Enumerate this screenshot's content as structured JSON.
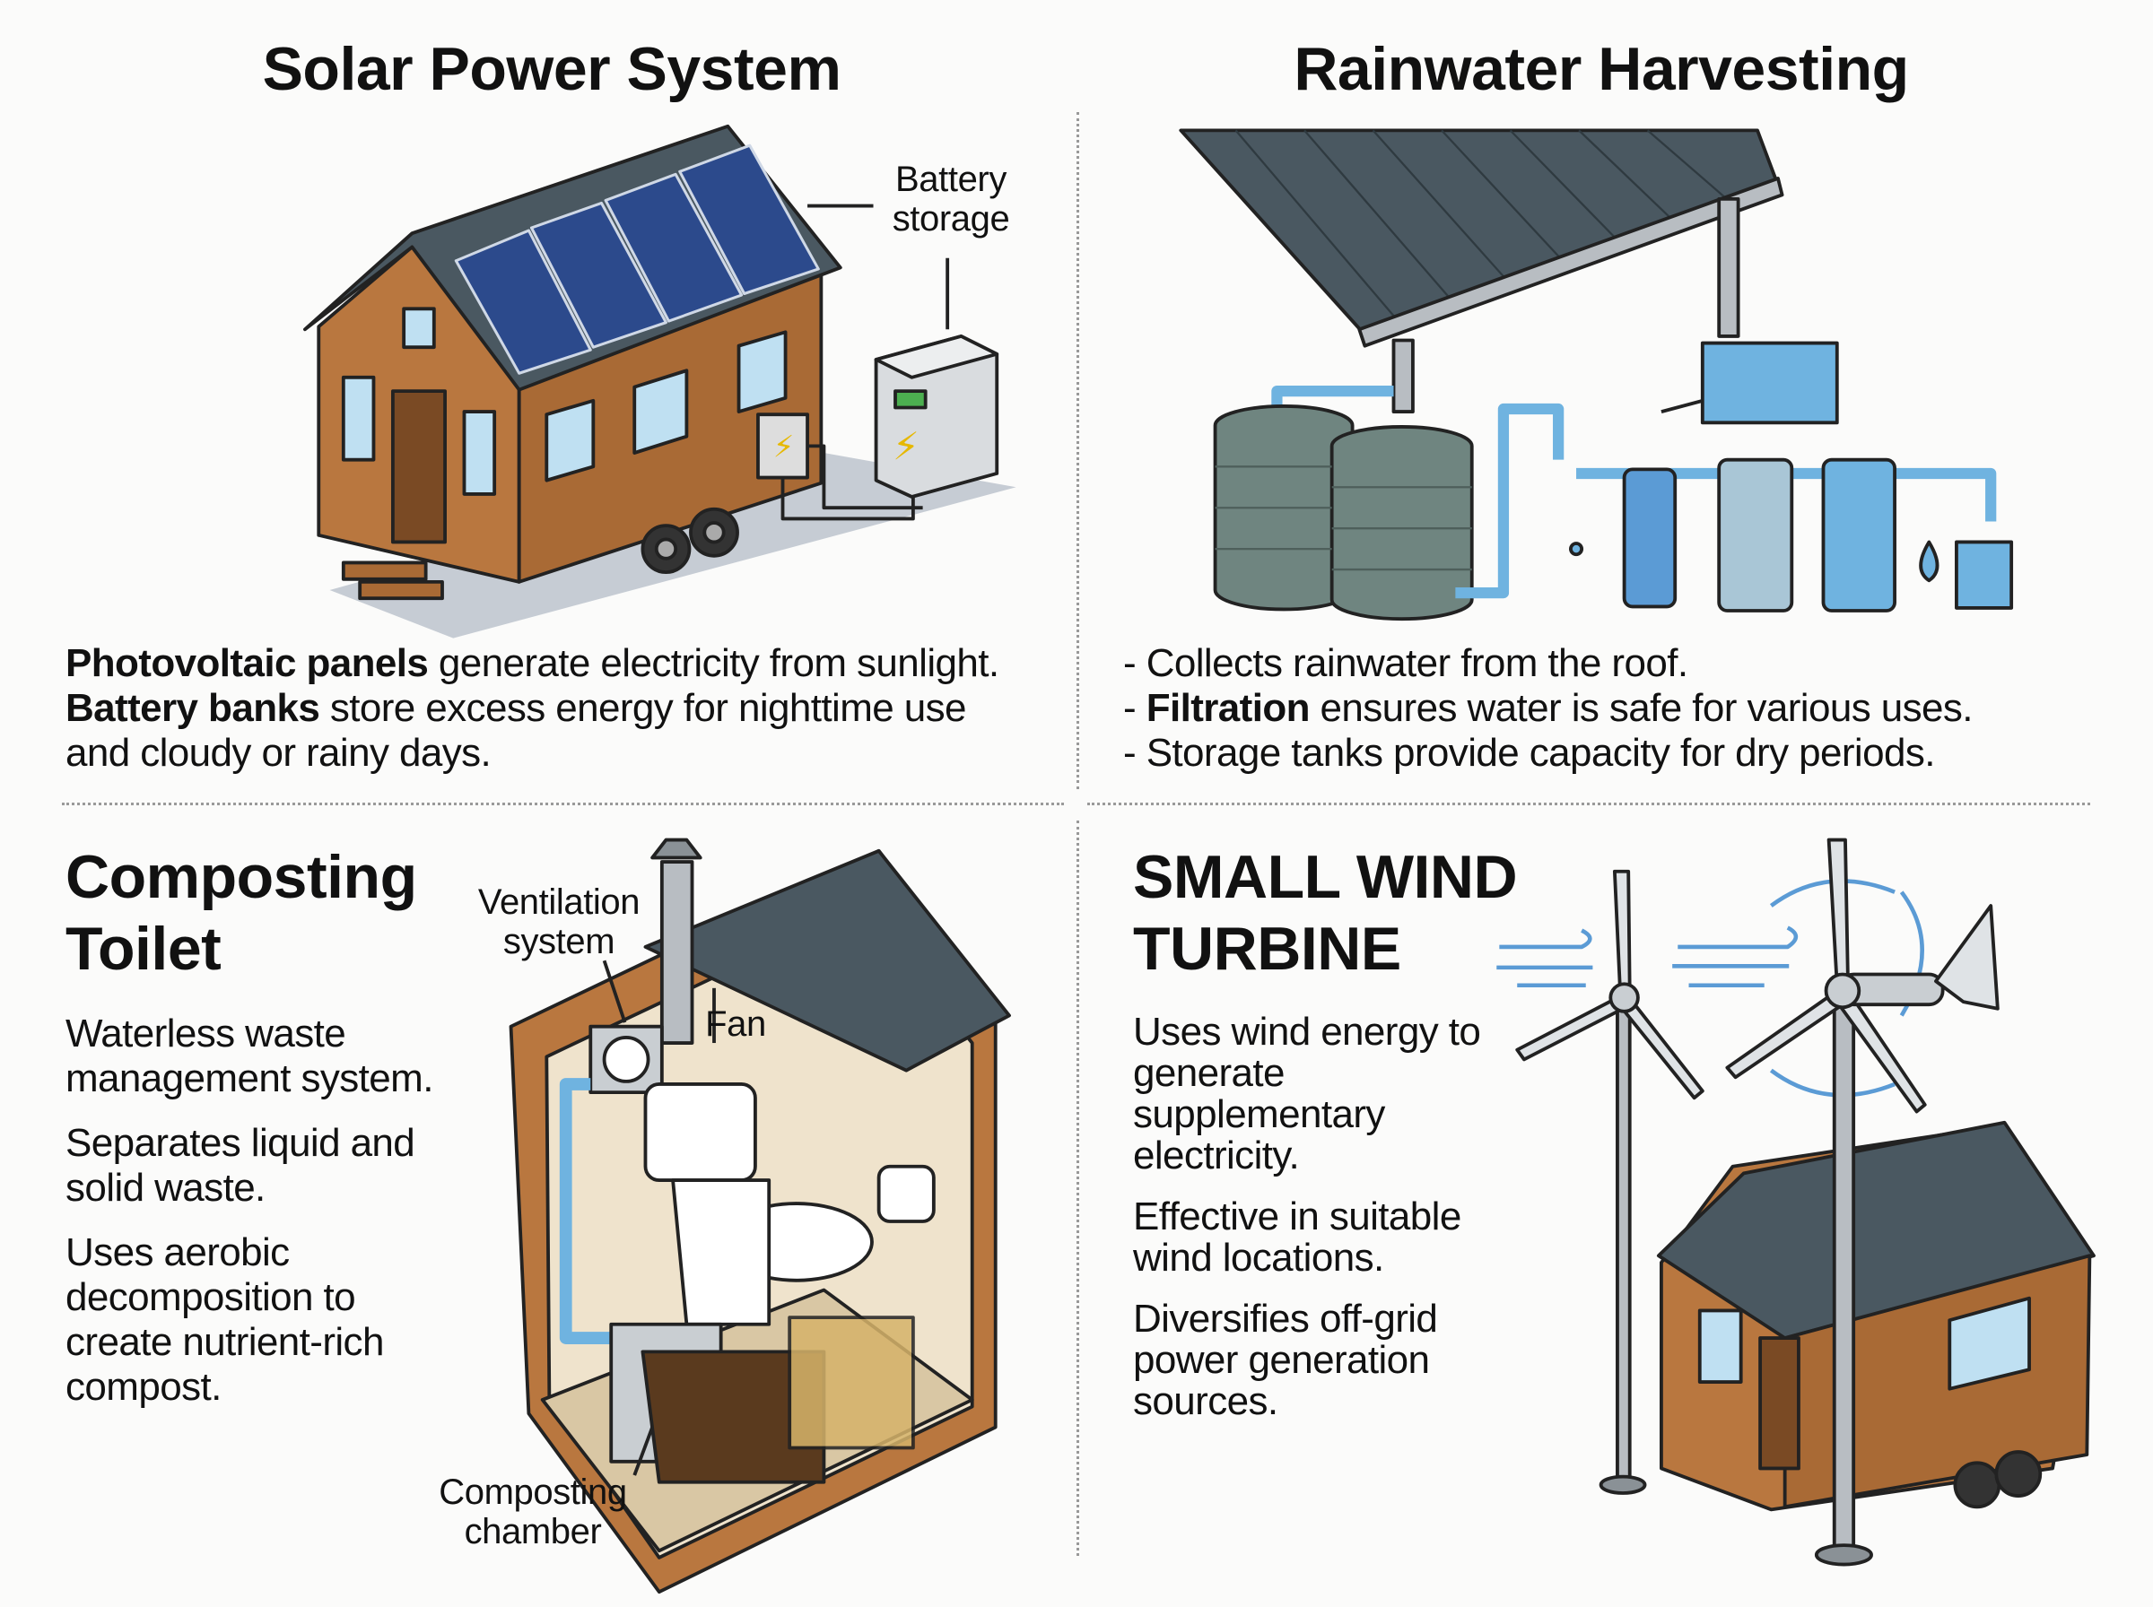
{
  "solar": {
    "title": "Solar Power System",
    "label_battery": [
      "Battery",
      "storage"
    ],
    "lines": [
      {
        "bold": "Photovoltaic panels",
        "text": " generate electricity from sunlight."
      },
      {
        "bold": "Battery banks",
        "text": " store excess energy for nighttime use"
      },
      {
        "bold": "",
        "text": "and cloudy or rainy days."
      }
    ]
  },
  "rain": {
    "title": "Rainwater Harvesting",
    "lines": [
      {
        "prefix": "- ",
        "bold": "",
        "text": "Collects rainwater from the roof."
      },
      {
        "prefix": "- ",
        "bold": "Filtration",
        "text": " ensures water is safe for various uses."
      },
      {
        "prefix": "- ",
        "bold": "",
        "text": "Storage tanks provide capacity for dry periods."
      }
    ]
  },
  "toilet": {
    "title": [
      "Composting",
      "Toilet"
    ],
    "paragraphs": [
      "Waterless waste management system.",
      "Separates liquid and solid waste.",
      "Uses aerobic decomposition to create nutrient-rich compost."
    ],
    "label_vent": [
      "Ventilation",
      "system"
    ],
    "label_fan": "Fan",
    "label_chamber": [
      "Composting",
      "chamber"
    ]
  },
  "wind": {
    "title": [
      "SMALL WIND",
      "TURBINE"
    ],
    "paragraphs": [
      "Uses wind energy to generate supplementary electricity.",
      "Effective in suitable wind locations.",
      "Diversifies off-grid power generation sources."
    ]
  },
  "colors": {
    "wood": "#b9773f",
    "roof": "#4a5861",
    "panel": "#2c4a8c",
    "water": "#6fb3e0",
    "tank": "#6f8580",
    "compost": "#5a3a1e"
  }
}
